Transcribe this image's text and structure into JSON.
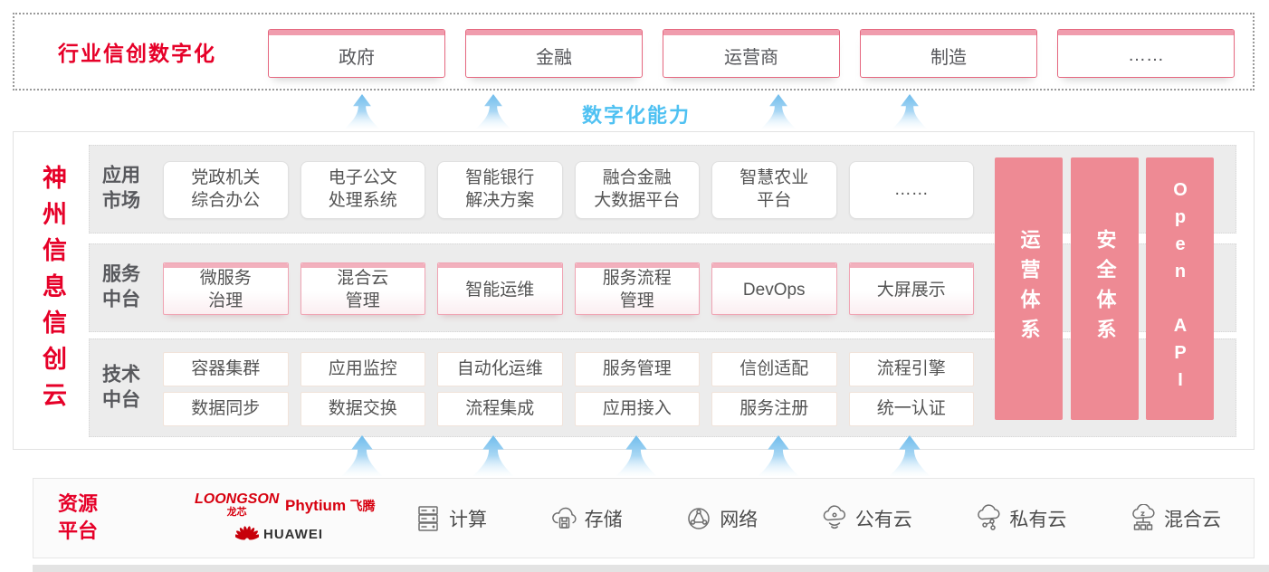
{
  "colors": {
    "brand_red": "#e60028",
    "side_bar_pink": "#ee8a94",
    "box_accent_pink": "#f09cad",
    "digital_blue": "#4fc1f2",
    "vendor_red": "#d7000f"
  },
  "top_section": {
    "title": "行业信创数字化",
    "items": [
      "政府",
      "金融",
      "运营商",
      "制造",
      "……"
    ]
  },
  "digital_capability_label": "数字化能力",
  "platform": {
    "vertical_title": "神州信息信创云",
    "rows": {
      "app": {
        "label": "应用\n市场",
        "items": [
          "党政机关\n综合办公",
          "电子公文\n处理系统",
          "智能银行\n解决方案",
          "融合金融\n大数据平台",
          "智慧农业\n平台",
          "……"
        ]
      },
      "service": {
        "label": "服务\n中台",
        "items": [
          "微服务\n治理",
          "混合云\n管理",
          "智能运维",
          "服务流程\n管理",
          "DevOps",
          "大屏展示"
        ]
      },
      "tech": {
        "label": "技术\n中台",
        "row1": [
          "容器集群",
          "应用监控",
          "自动化运维",
          "服务管理",
          "信创适配",
          "流程引擎"
        ],
        "row2": [
          "数据同步",
          "数据交换",
          "流程集成",
          "应用接入",
          "服务注册",
          "统一认证"
        ]
      }
    },
    "side_bars": [
      "运营体系",
      "安全体系",
      "Open API"
    ]
  },
  "resource_section": {
    "title": "资源\n平台",
    "vendors": [
      {
        "name": "LOONGSON",
        "sub": "龙芯"
      },
      {
        "name": "Phytium",
        "sub": "飞腾"
      },
      {
        "name": "HUAWEI"
      }
    ],
    "items": [
      {
        "icon": "compute-server-icon",
        "label": "计算"
      },
      {
        "icon": "storage-cloud-icon",
        "label": "存储"
      },
      {
        "icon": "network-globe-icon",
        "label": "网络"
      },
      {
        "icon": "public-cloud-icon",
        "label": "公有云"
      },
      {
        "icon": "private-cloud-icon",
        "label": "私有云"
      },
      {
        "icon": "hybrid-cloud-icon",
        "label": "混合云"
      }
    ]
  }
}
